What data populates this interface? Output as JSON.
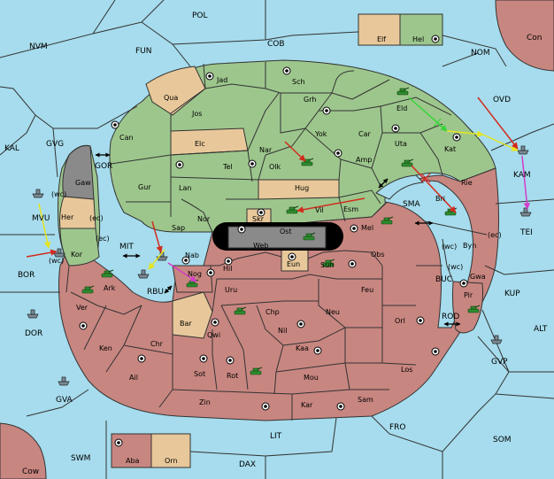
{
  "colors": {
    "water": "#a6dced",
    "green": "#9dc68c",
    "tan": "#e8c89a",
    "red": "#c88680",
    "gray": "#8a8a8a",
    "black": "#000000",
    "army": "#2e8b2e",
    "move_green": "#3ad43a",
    "move_yellow": "#e6e61e",
    "move_magenta": "#d23cc8",
    "move_red": "#d22b1e"
  },
  "regions": {
    "POL": "POL",
    "NVM": "NVM",
    "FUN": "FUN",
    "COB": "COB",
    "NOM": "NOM",
    "Con": "Con",
    "Elf": "Elf",
    "Hel": "Hel",
    "OVD": "OVD",
    "KAL": "KAL",
    "GVG": "GVG",
    "GOR": "GOR",
    "Gaw": "Gaw",
    "MVU": "MVU",
    "Her": "Her",
    "Kor": "Kor",
    "BOR": "BOR",
    "MIT": "MIT",
    "RBU": "RBU",
    "Nab": "Nab",
    "Nog": "Nog",
    "Qua": "Qua",
    "Jad": "Jad",
    "Sch": "Sch",
    "Jos": "Jos",
    "Grh": "Grh",
    "Eld": "Eld",
    "Can": "Can",
    "Elc": "Elc",
    "Nar": "Nar",
    "Yok": "Yok",
    "Car": "Car",
    "Uta": "Uta",
    "Kat": "Kat",
    "KAM": "KAM",
    "Tel": "Tel",
    "Olk": "Olk",
    "Amp": "Amp",
    "Gur": "Gur",
    "Lan": "Lan",
    "Hug": "Hug",
    "Vil": "Vil",
    "Esm": "Esm",
    "SMA": "SMA",
    "Bri": "Bri",
    "Rie": "Rie",
    "TEI": "TEI",
    "Nor": "Nor",
    "Skr": "Skr",
    "Ost": "Ost",
    "Sap": "Sap",
    "Web": "Web",
    "Mel": "Mel",
    "Obs": "Obs",
    "Byn": "Byn",
    "Eun": "Eun",
    "Sun": "Sun",
    "Hil": "Hil",
    "Gwa": "Gwa",
    "BUC": "BUC",
    "KUP": "KUP",
    "Ark": "Ark",
    "Uru": "Uru",
    "Feu": "Feu",
    "Pir": "Pir",
    "Ver": "Ver",
    "Chp": "Chp",
    "Neu": "Neu",
    "DOR": "DOR",
    "Bar": "Bar",
    "Qwi": "Qwi",
    "Nil": "Nil",
    "Orl": "Orl",
    "ROD": "ROD",
    "ALT": "ALT",
    "Ken": "Ken",
    "Chr": "Chr",
    "Kaa": "Kaa",
    "GVP": "GVP",
    "Ail": "Ail",
    "Sot": "Sot",
    "Rot": "Rot",
    "Mou": "Mou",
    "Los": "Los",
    "GVA": "GVA",
    "Zin": "Zin",
    "Kar": "Kar",
    "Sam": "Sam",
    "FRO": "FRO",
    "SOM": "SOM",
    "LIT": "LIT",
    "SWM": "SWM",
    "Aba": "Aba",
    "Orn": "Orn",
    "DAX": "DAX",
    "Cow": "Cow"
  },
  "coast_tags": {
    "wc": "(wc)",
    "ec": "(ec)"
  }
}
